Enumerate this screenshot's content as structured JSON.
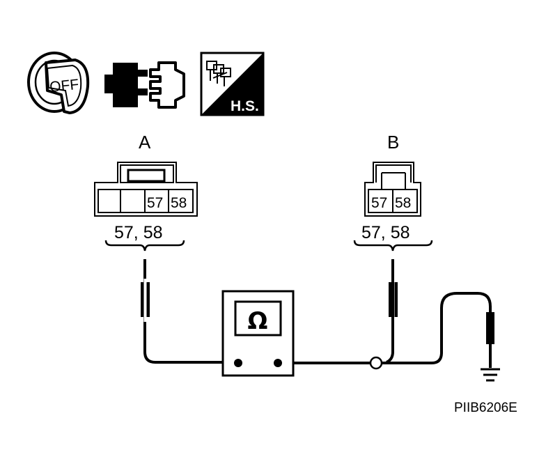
{
  "icons": {
    "ignition_key": {
      "icon": "ignition-key-off-icon",
      "text": "OFF"
    },
    "connector": {
      "icon": "connector-disconnect-icon"
    },
    "harness_side": {
      "icon": "harness-side-icon",
      "text": "H.S."
    }
  },
  "connector_a": {
    "label": "A",
    "cells": [
      "57",
      "58"
    ],
    "terminals": "57, 58"
  },
  "connector_b": {
    "label": "B",
    "cells": [
      "57",
      "58"
    ],
    "terminals": "57, 58"
  },
  "meter": {
    "symbol": "Ω",
    "icon": "ohmmeter-icon"
  },
  "ground": {
    "icon": "ground-icon"
  },
  "figure_code": "PIIB6206E"
}
